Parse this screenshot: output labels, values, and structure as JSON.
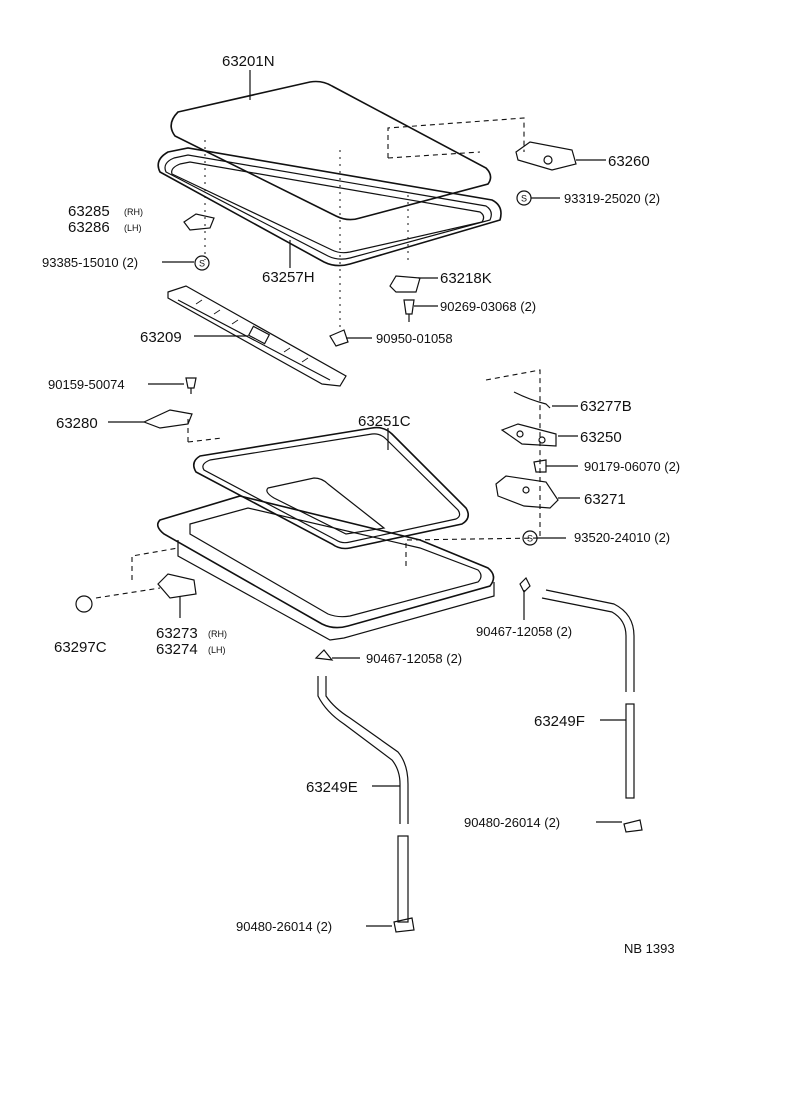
{
  "labels": {
    "p63201N": "63201N",
    "p63260": "63260",
    "p93319": "93319-25020 (2)",
    "p63285": "63285",
    "p63285_side": "(RH)",
    "p63286": "63286",
    "p63286_side": "(LH)",
    "p93385": "93385-15010 (2)",
    "p63257H": "63257H",
    "p63218K": "63218K",
    "p90269": "90269-03068 (2)",
    "p63209": "63209",
    "p90950": "90950-01058",
    "p90159": "90159-50074",
    "p63277B": "63277B",
    "p63280": "63280",
    "p63251C": "63251C",
    "p63250": "63250",
    "p90179": "90179-06070 (2)",
    "p63271": "63271",
    "p93520": "93520-24010 (2)",
    "p63297C": "63297C",
    "p63273": "63273",
    "p63273_side": "(RH)",
    "p63274": "63274",
    "p63274_side": "(LH)",
    "p90467a": "90467-12058 (2)",
    "p90467b": "90467-12058 (2)",
    "p63249F": "63249F",
    "p63249E": "63249E",
    "p90480a": "90480-26014 (2)",
    "p90480b": "90480-26014 (2)",
    "footer": "NB  1393"
  },
  "symbols": {
    "s_mark": "S"
  }
}
